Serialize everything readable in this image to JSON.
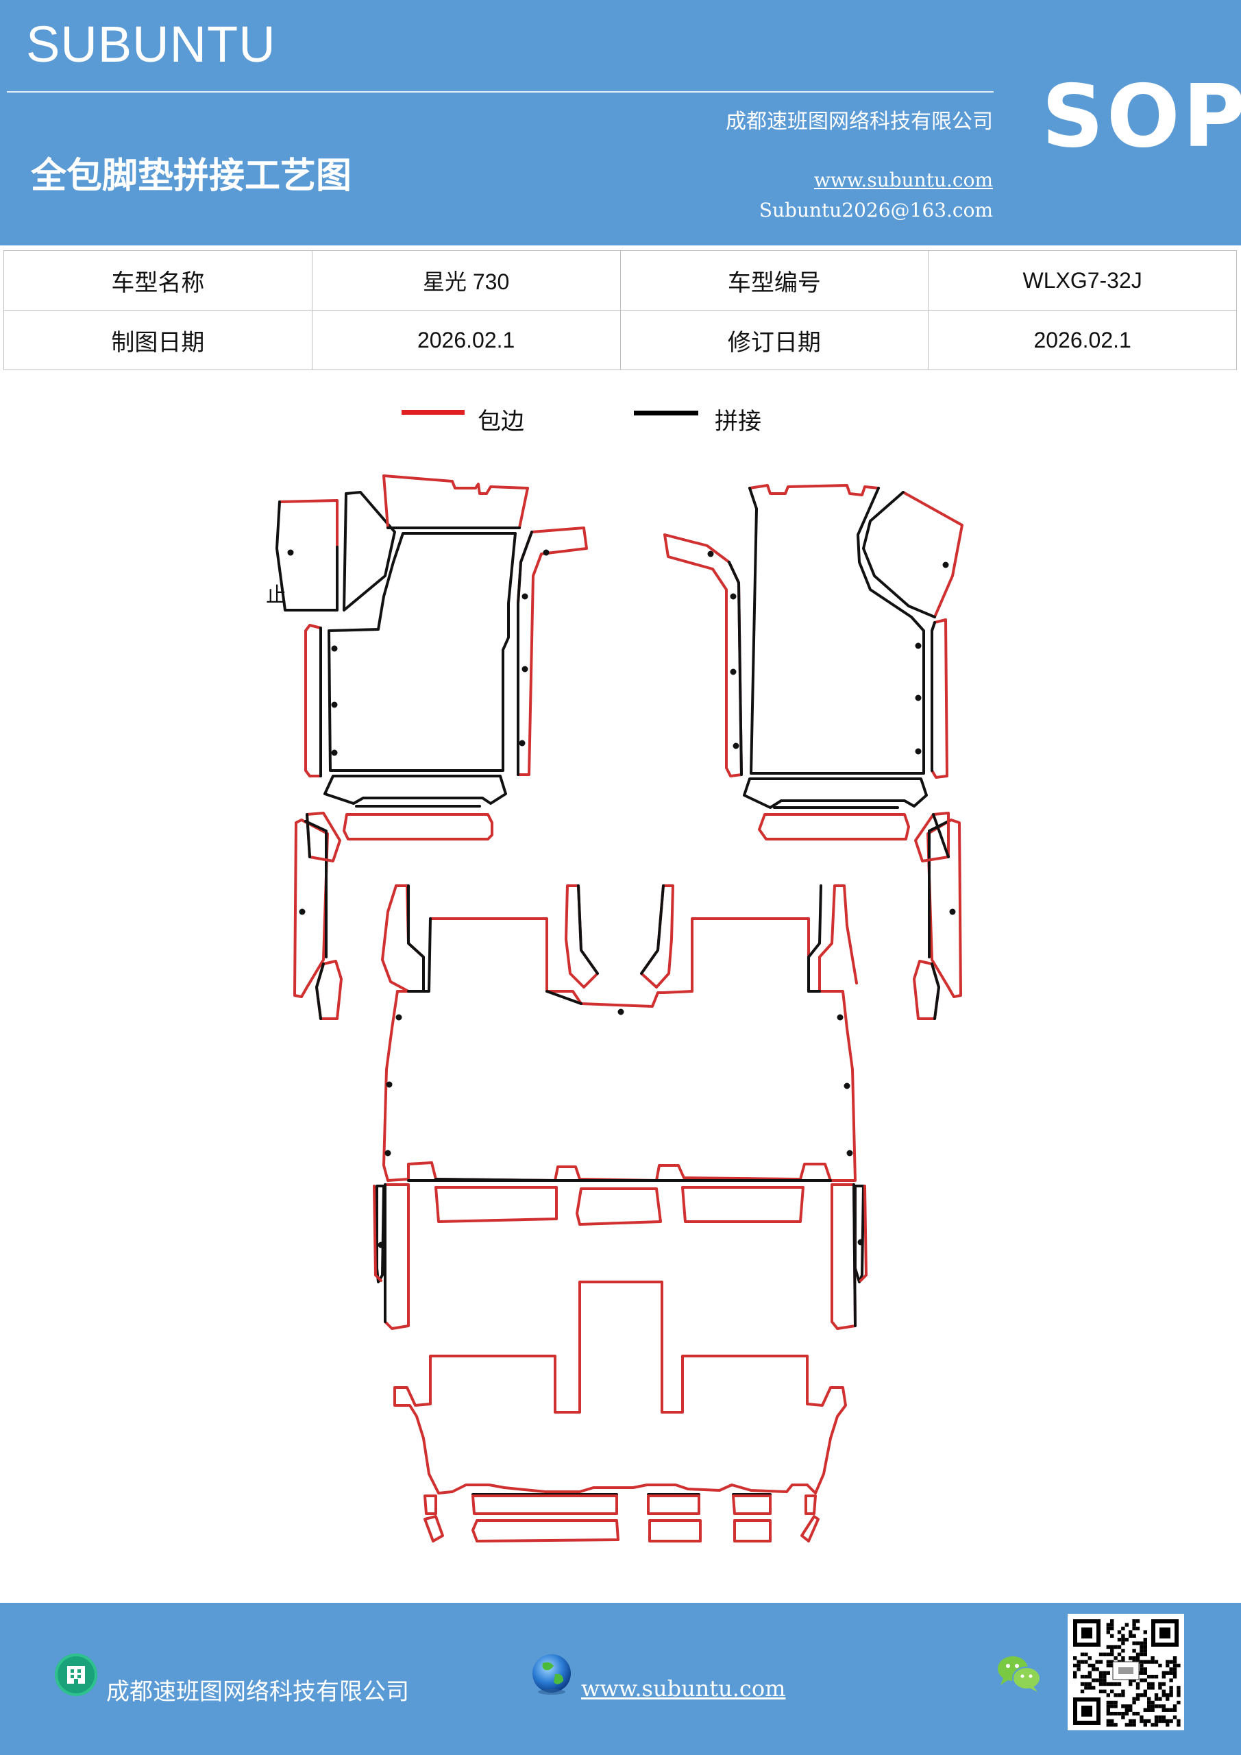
{
  "header": {
    "brand": "SUBUNTU",
    "company": "成都速班图网络科技有限公司",
    "title": "全包脚垫拼接工艺图",
    "website": "www.subuntu.com",
    "email": "Subuntu2026@163.com",
    "badge": "SOP"
  },
  "info_table": {
    "rows": [
      [
        {
          "label": "车型名称"
        },
        {
          "value": "星光 730"
        },
        {
          "label": "车型编号"
        },
        {
          "value": "WLXG7-32J"
        }
      ],
      [
        {
          "label": "制图日期"
        },
        {
          "value": "2026.02.1"
        },
        {
          "label": "修订日期"
        },
        {
          "value": "2026.02.1"
        }
      ]
    ]
  },
  "legend": {
    "items": [
      {
        "label": "包边",
        "color": "#e02020"
      },
      {
        "label": "拼接",
        "color": "#000000"
      }
    ]
  },
  "diagram": {
    "edge_color": "#d03030",
    "seam_color": "#111111",
    "annotation": "止"
  },
  "footer": {
    "company": "成都速班图网络科技有限公司",
    "website": "www.subuntu.com",
    "company_icon": "building-icon",
    "web_icon": "globe-icon",
    "wechat_icon": "wechat-icon",
    "qr": "qr-code"
  }
}
